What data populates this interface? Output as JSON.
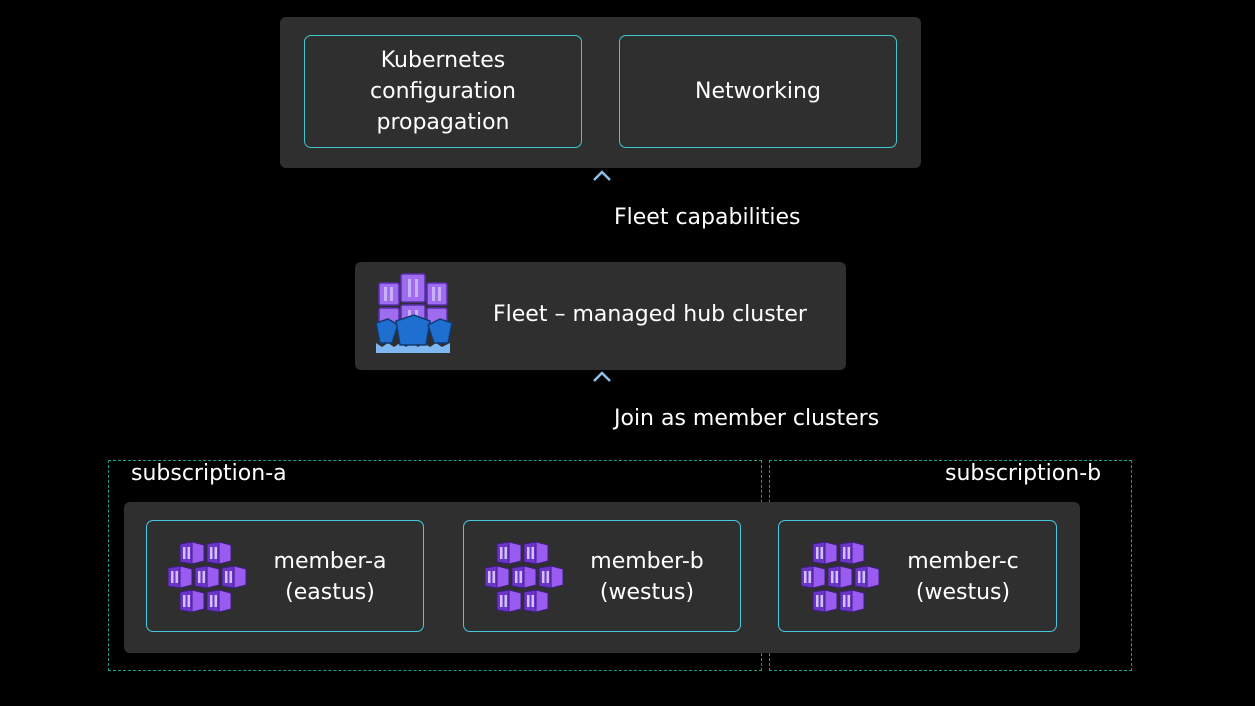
{
  "capabilities": {
    "items": [
      {
        "label": "Kubernetes\nconfiguration\npropagation"
      },
      {
        "label": "Networking"
      }
    ]
  },
  "arrows": {
    "top_label": "Fleet capabilities",
    "bottom_label": "Join as member clusters"
  },
  "hub": {
    "label": "Fleet – managed hub cluster",
    "icon": "fleet-manager-icon"
  },
  "subscriptions": [
    {
      "label": "subscription-a"
    },
    {
      "label": "subscription-b"
    }
  ],
  "members": [
    {
      "name": "member-a",
      "region": "(eastus)",
      "label": "member-a\n(eastus)",
      "icon": "kubernetes-cluster-icon"
    },
    {
      "name": "member-b",
      "region": "(westus)",
      "label": "member-b\n(westus)",
      "icon": "kubernetes-cluster-icon"
    },
    {
      "name": "member-c",
      "region": "(westus)",
      "label": "member-c\n(westus)",
      "icon": "kubernetes-cluster-icon"
    }
  ],
  "colors": {
    "background": "#000000",
    "panel": "#2f2f2f",
    "card_border": "#3fc8cc",
    "subscription_border": "#1a9e8e",
    "arrow_top": "#8fbfe8",
    "arrow_bottom": "#d48fcf",
    "icon_purple": "#8a4fe0",
    "icon_blue": "#1f6fd0"
  }
}
